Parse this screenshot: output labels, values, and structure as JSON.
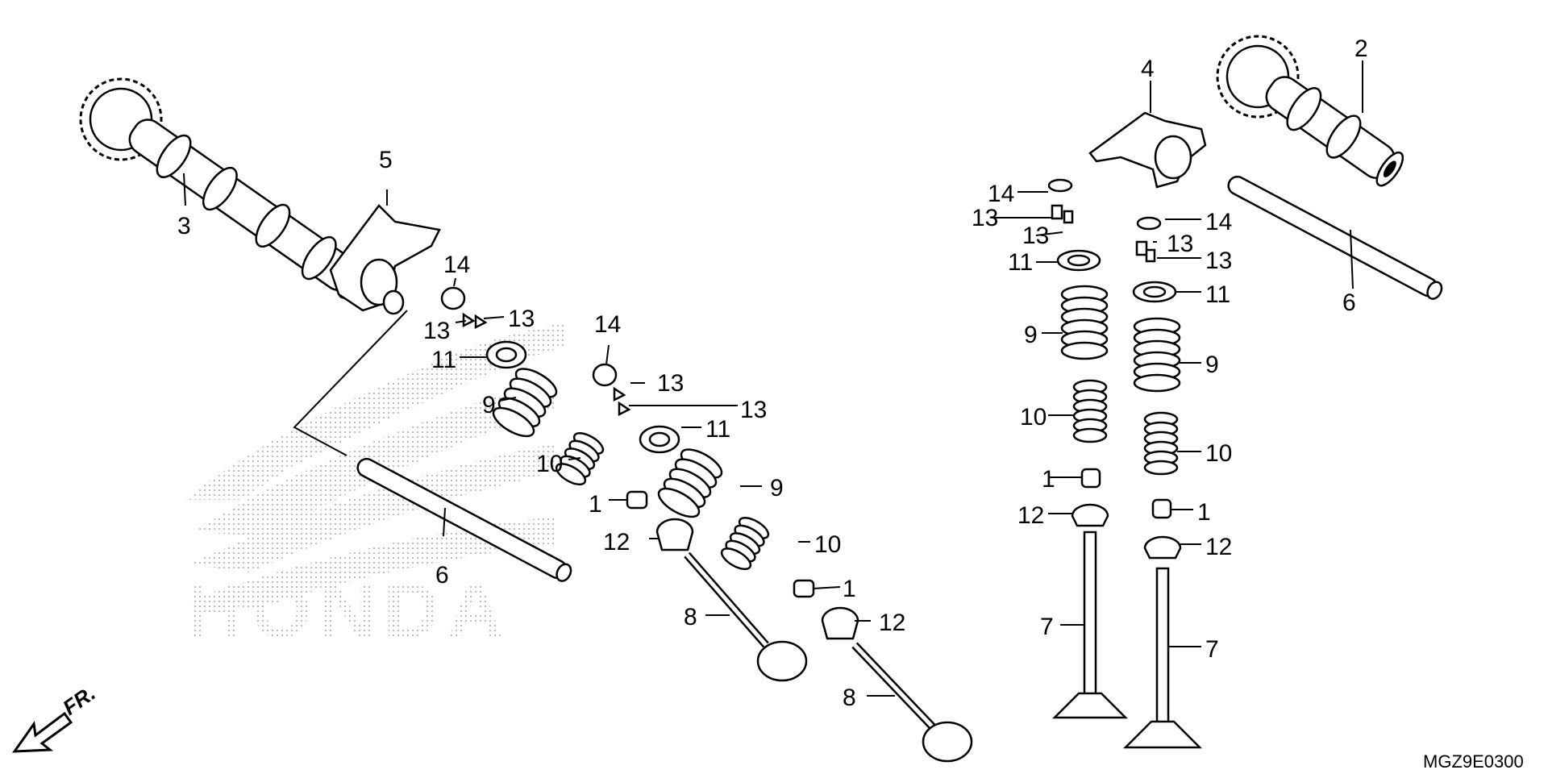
{
  "diagram": {
    "code": "MGZ9E0300",
    "front_label": "FR.",
    "watermark_text": "HONDA",
    "colors": {
      "ink": "#000000",
      "watermark": "#bdbdbd",
      "background": "#ffffff"
    }
  },
  "callouts": [
    {
      "id": "c1",
      "text": "3"
    },
    {
      "id": "c2",
      "text": "5"
    },
    {
      "id": "c3",
      "text": "14"
    },
    {
      "id": "c4",
      "text": "13"
    },
    {
      "id": "c5",
      "text": "13"
    },
    {
      "id": "c6",
      "text": "11"
    },
    {
      "id": "c7",
      "text": "9"
    },
    {
      "id": "c8",
      "text": "10"
    },
    {
      "id": "c9",
      "text": "1"
    },
    {
      "id": "c10",
      "text": "12"
    },
    {
      "id": "c11",
      "text": "6"
    },
    {
      "id": "c12",
      "text": "14"
    },
    {
      "id": "c13",
      "text": "13"
    },
    {
      "id": "c14",
      "text": "13"
    },
    {
      "id": "c15",
      "text": "11"
    },
    {
      "id": "c16",
      "text": "9"
    },
    {
      "id": "c17",
      "text": "10"
    },
    {
      "id": "c18",
      "text": "1"
    },
    {
      "id": "c19",
      "text": "12"
    },
    {
      "id": "c20",
      "text": "8"
    },
    {
      "id": "c21",
      "text": "8"
    },
    {
      "id": "c22",
      "text": "4"
    },
    {
      "id": "c23",
      "text": "2"
    },
    {
      "id": "c24",
      "text": "14"
    },
    {
      "id": "c25",
      "text": "13"
    },
    {
      "id": "c26",
      "text": "13"
    },
    {
      "id": "c27",
      "text": "11"
    },
    {
      "id": "c28",
      "text": "9"
    },
    {
      "id": "c29",
      "text": "10"
    },
    {
      "id": "c30",
      "text": "1"
    },
    {
      "id": "c31",
      "text": "12"
    },
    {
      "id": "c32",
      "text": "7"
    },
    {
      "id": "c33",
      "text": "14"
    },
    {
      "id": "c34",
      "text": "13"
    },
    {
      "id": "c35",
      "text": "13"
    },
    {
      "id": "c36",
      "text": "11"
    },
    {
      "id": "c37",
      "text": "9"
    },
    {
      "id": "c38",
      "text": "10"
    },
    {
      "id": "c39",
      "text": "1"
    },
    {
      "id": "c40",
      "text": "12"
    },
    {
      "id": "c41",
      "text": "7"
    },
    {
      "id": "c42",
      "text": "6"
    }
  ]
}
